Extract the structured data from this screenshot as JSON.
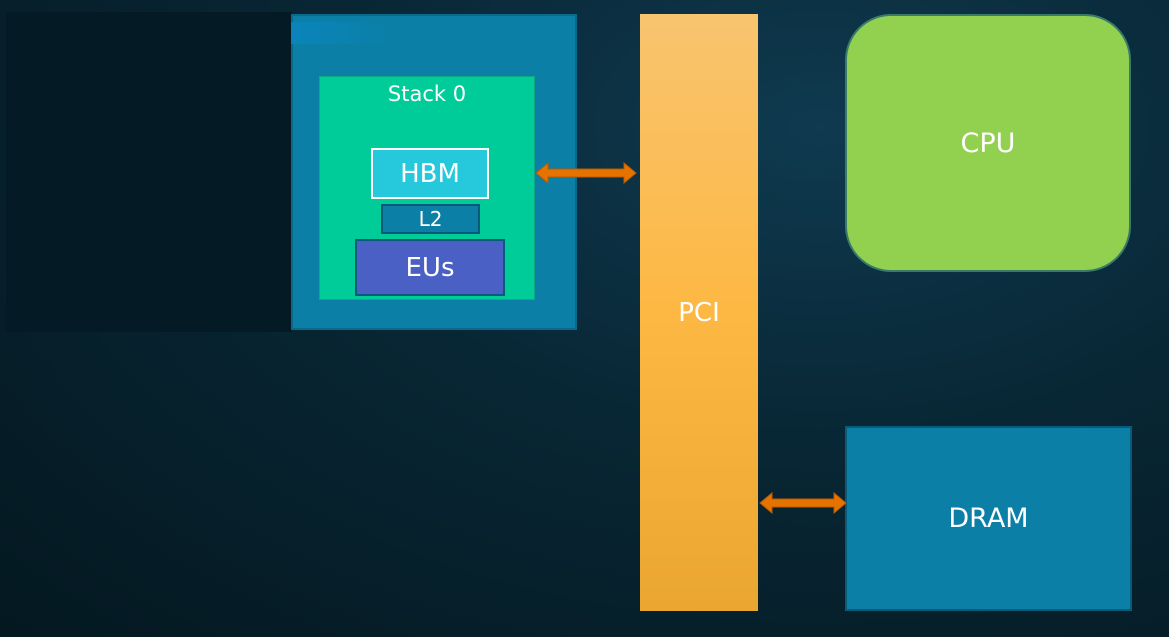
{
  "gpu": {
    "stack_label": "Stack 0",
    "hbm_label": "HBM",
    "l2_label": "L2",
    "eus_label": "EUs"
  },
  "pci_label": "PCI",
  "cpu_label": "CPU",
  "dram_label": "DRAM",
  "colors": {
    "gpu": "#0b7fa6",
    "stack": "#00cc99",
    "hbm": "#26c8dc",
    "eus": "#4b60c4",
    "pci": "#fdb843",
    "cpu": "#92d050",
    "dram": "#0b7fa6",
    "arrow": "#e67300"
  }
}
